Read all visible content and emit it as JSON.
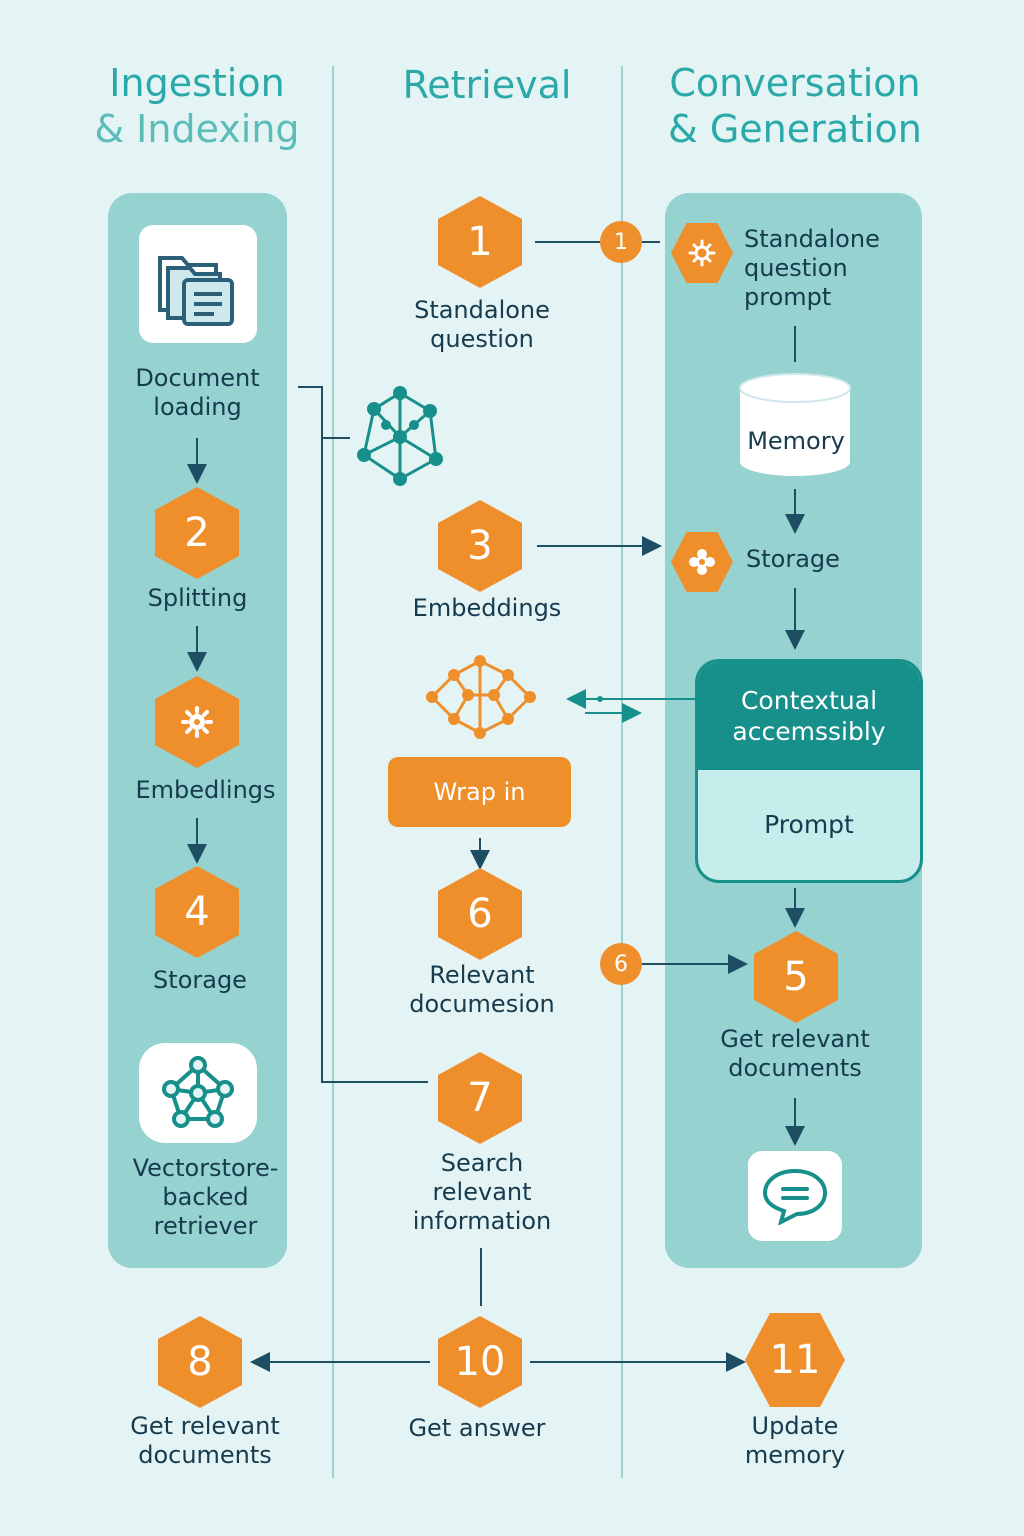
{
  "headers": {
    "col1_line1": "Ingestion",
    "col1_line2": "& Indexing",
    "col2": "Retrieval",
    "col3_line1": "Conversation",
    "col3_line2": "& Generation"
  },
  "ingestion": {
    "document_loading": "Document\nloading",
    "step2_number": "2",
    "splitting": "Splitting",
    "embeddings": "Embedlings",
    "step4_number": "4",
    "storage": "Storage",
    "vectorstore": "Vectorstore-\nbacked\nretriever"
  },
  "retrieval": {
    "step1_number": "1",
    "standalone_question": "Standalone\nquestion",
    "step3_number": "3",
    "embeddings": "Embeddings",
    "wrap_in": "Wrap in",
    "step6_number": "6",
    "relevant_docs": "Relevant\ndocumesion",
    "step7_number": "7",
    "search_relevant": "Search\nrelevant\ninformation",
    "step10_number": "10",
    "get_answer": "Get answer"
  },
  "conversation": {
    "connector1_number": "1",
    "standalone_prompt": "Standalone\nquestion\nprompt",
    "memory": "Memory",
    "storage": "Storage",
    "contextual": "Contextual\naccemssibly",
    "prompt": "Prompt",
    "connector6_number": "6",
    "step5_number": "5",
    "get_relevant_docs": "Get relevant\ndocuments"
  },
  "bottom": {
    "step8_number": "8",
    "get_relevant_docs": "Get relevant\ndocuments",
    "step11_number": "11",
    "update_memory": "Update\nmemory"
  },
  "colors": {
    "background": "#e4f4f5",
    "panel": "#96d2cf",
    "accent_orange": "#ef8f2b",
    "teal": "#178f8a",
    "header_teal": "#2ba9a8",
    "text_dark": "#173b4e"
  },
  "icons": [
    "folder-document-icon",
    "network-graph-icon",
    "gear-icon",
    "flower-icon",
    "database-icon",
    "chat-bubble-icon"
  ]
}
